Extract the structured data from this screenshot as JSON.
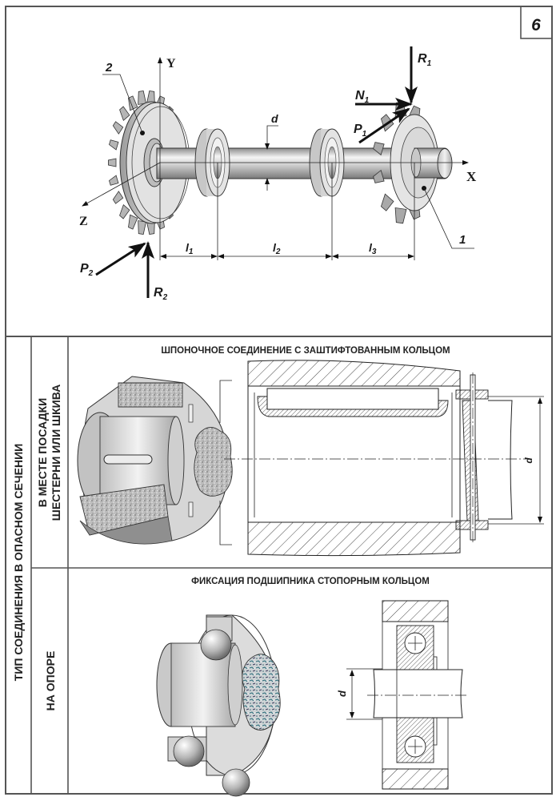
{
  "sheet": {
    "number": "6"
  },
  "top_diagram": {
    "axes": {
      "x": "X",
      "y": "Y",
      "z": "Z"
    },
    "parts": {
      "gear_2": "2",
      "pinion_1": "1"
    },
    "forces": {
      "R1": {
        "base": "R",
        "sub": "1"
      },
      "N1": {
        "base": "N",
        "sub": "1"
      },
      "P1": {
        "base": "P",
        "sub": "1"
      },
      "P2": {
        "base": "P",
        "sub": "2"
      },
      "R2": {
        "base": "R",
        "sub": "2"
      }
    },
    "dimensions": {
      "diameter": "d",
      "l1": {
        "base": "l",
        "sub": "1"
      },
      "l2": {
        "base": "l",
        "sub": "2"
      },
      "l3": {
        "base": "l",
        "sub": "3"
      }
    }
  },
  "table": {
    "outer_heading": "ТИП СОЕДИНЕНИЯ В ОПАСНОМ СЕЧЕНИИ",
    "rows": [
      {
        "heading_line1": "В МЕСТЕ ПОСАДКИ",
        "heading_line2": "ШЕСТЕРНИ ИЛИ ШКИВА",
        "caption": "ШПОНОЧНОЕ СОЕДИНЕНИЕ С ЗАШТИФТОВАННЫМ КОЛЬЦОМ",
        "dimension": "d"
      },
      {
        "heading": "НА ОПОРЕ",
        "caption": "ФИКСАЦИЯ ПОДШИПНИКА СТОПОРНЫМ КОЛЬЦОМ",
        "dimension": "d"
      }
    ]
  }
}
